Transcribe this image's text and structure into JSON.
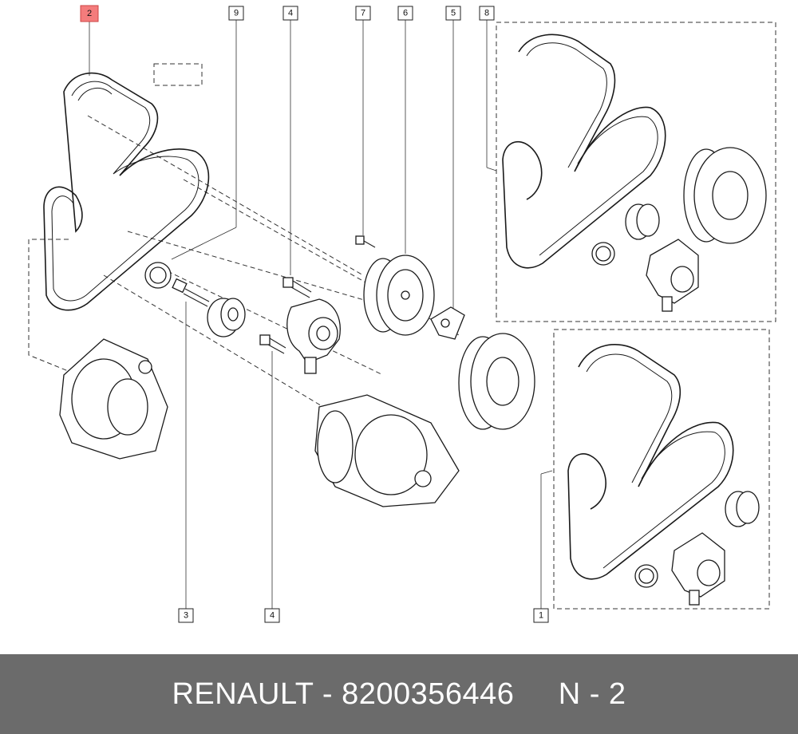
{
  "diagram": {
    "callouts": [
      {
        "id": "2",
        "highlighted": true
      },
      {
        "id": "9",
        "highlighted": false
      },
      {
        "id": "4",
        "highlighted": false
      },
      {
        "id": "7",
        "highlighted": false
      },
      {
        "id": "6",
        "highlighted": false
      },
      {
        "id": "5",
        "highlighted": false
      },
      {
        "id": "8",
        "highlighted": false
      },
      {
        "id": "3",
        "highlighted": false
      },
      {
        "id": "4",
        "highlighted": false
      },
      {
        "id": "1",
        "highlighted": false
      }
    ],
    "highlight_color": "#f47c7c"
  },
  "footer": {
    "text": "RENAULT - 8200356446     N - 2",
    "background": "#6b6b6b"
  }
}
